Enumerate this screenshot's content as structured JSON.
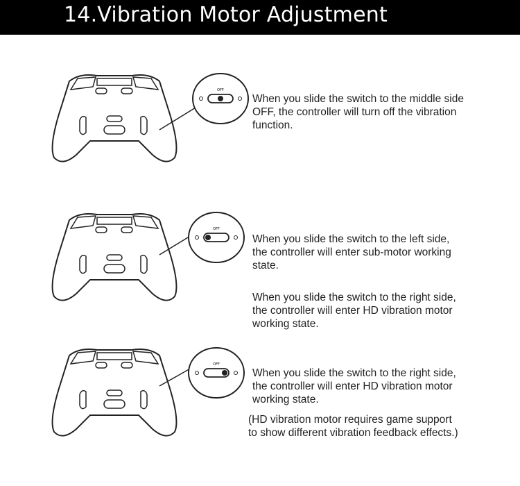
{
  "header": {
    "title": "14.Vibration Motor Adjustment"
  },
  "sections": [
    {
      "switch_label": "OFF",
      "descriptions": [
        "When you slide the switch to the middle side\nOFF, the controller will turn off the vibration\nfunction."
      ]
    },
    {
      "switch_label": "OFF",
      "descriptions": [
        "When you slide the switch to the left side,\nthe controller will enter sub-motor working\nstate.",
        "When you slide the switch to the right side,\nthe controller will enter HD vibration motor\nworking state."
      ]
    },
    {
      "switch_label": "OFF",
      "descriptions": [
        "When you slide the switch to the right side,\nthe controller will enter HD vibration motor\nworking state.",
        "(HD vibration motor requires game support\nto show different vibration feedback effects.)"
      ]
    }
  ],
  "icons": [
    "controller-icon",
    "switch-callout-icon"
  ]
}
